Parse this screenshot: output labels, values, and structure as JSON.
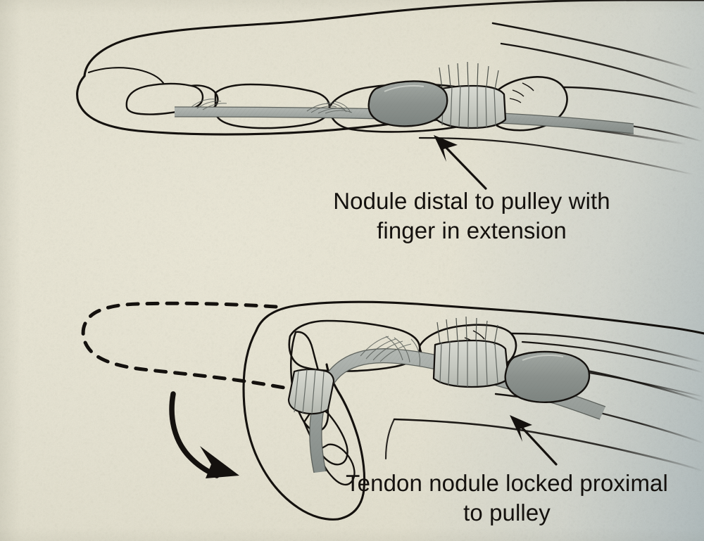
{
  "figure": {
    "title": "Trigger finger: tendon nodule and A1 pulley mechanics",
    "background_color": "#e8e5d4",
    "edge_tint_color": "#b7c1c2",
    "ink_color": "#14110e",
    "tendon_fill_color": "#9aa09d",
    "nodule_fill_color": "#8d9491",
    "pulley_fill_color": "#c9ccc4"
  },
  "panels": [
    {
      "id": "panel-extension",
      "name": "finger-in-extension",
      "caption": "Nodule distal to pulley with\nfinger in extension",
      "caption_lines": [
        "Nodule distal to pulley with",
        "finger in extension"
      ],
      "arrow": {
        "name": "nodule-pointer-arrow",
        "direction": "up-left",
        "target": "tendon nodule distal to A1 pulley"
      },
      "structures": [
        "distal phalanx",
        "middle phalanx",
        "proximal phalanx",
        "metacarpal head",
        "flexor tendon",
        "A1 pulley",
        "tendon nodule",
        "skin outline of finger and palm"
      ]
    },
    {
      "id": "panel-flexion",
      "name": "finger-locked-in-flexion",
      "caption": "Tendon nodule locked proximal\nto pulley",
      "caption_lines": [
        "Tendon nodule locked proximal",
        "to pulley"
      ],
      "arrow": {
        "name": "locked-nodule-pointer-arrow",
        "direction": "up-left",
        "target": "tendon nodule locked proximal to A1 pulley"
      },
      "motion_arrow": {
        "name": "flexion-motion-arrow",
        "direction": "down-right",
        "meaning": "finger snaps from extension into flexion"
      },
      "ghost_outline": {
        "name": "dashed-extended-finger-outline",
        "style": "dashed",
        "meaning": "previous extended position of the finger"
      },
      "structures": [
        "distal phalanx",
        "middle phalanx",
        "proximal phalanx",
        "metacarpal head",
        "flexor tendon",
        "A1 pulley",
        "tendon nodule",
        "skin outline of flexed finger and palm"
      ]
    }
  ]
}
